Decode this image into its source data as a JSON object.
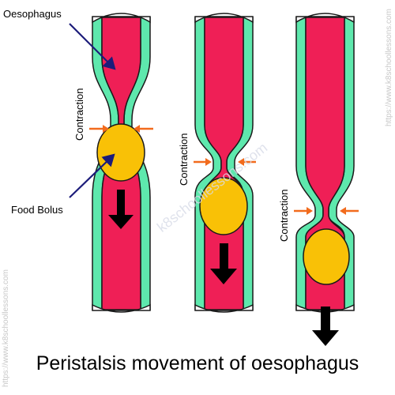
{
  "labels": {
    "oesophagus": "Oesophagus",
    "food_bolus": "Food Bolus",
    "contraction": "Contraction"
  },
  "caption": "Peristalsis movement of oesophagus",
  "watermark": "https://www.k8schoollessons.com",
  "watermark_diag": "k8schoollessons.com",
  "colors": {
    "wall": "#5ee8ad",
    "lumen": "#ef1f56",
    "bolus": "#f9c106",
    "outline": "#1a1a1a",
    "pointer": "#1c1c7a",
    "contraction_arrow": "#f26b1d",
    "direction_arrow": "#000000"
  }
}
